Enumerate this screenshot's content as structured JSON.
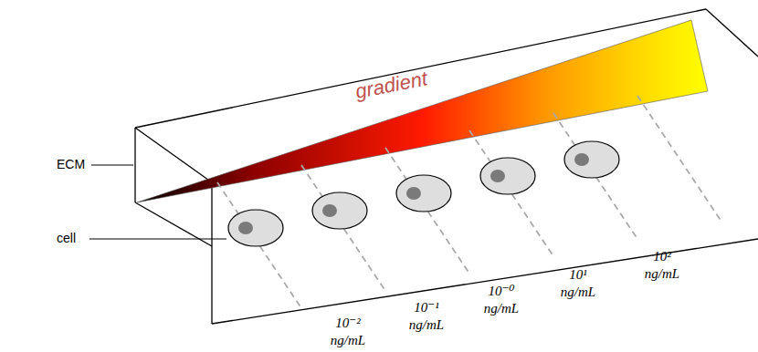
{
  "diagram": {
    "labels": [
      "ECM",
      "cell",
      "gradient",
      "10⁻² ng/mL",
      "10⁻¹ ng/mL",
      "10⁻⁰ ng/mL",
      "10¹ ng/mL",
      "10² ng/mL"
    ]
  }
}
